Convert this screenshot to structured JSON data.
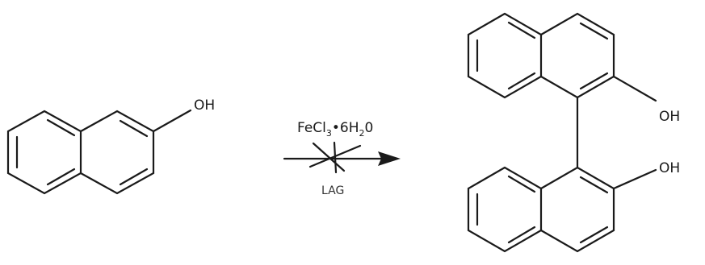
{
  "reactant": {
    "substituent_label": "OH"
  },
  "conditions": {
    "reagent_prefix": "FeCl",
    "reagent_sub1": "3",
    "reagent_dot": "•6H",
    "reagent_sub2": "2",
    "reagent_suffix": "0",
    "below_arrow": "LAG"
  },
  "product": {
    "upper_oh": "OH",
    "lower_oh": "OH"
  },
  "colors": {
    "ink": "#1a1a1a"
  }
}
